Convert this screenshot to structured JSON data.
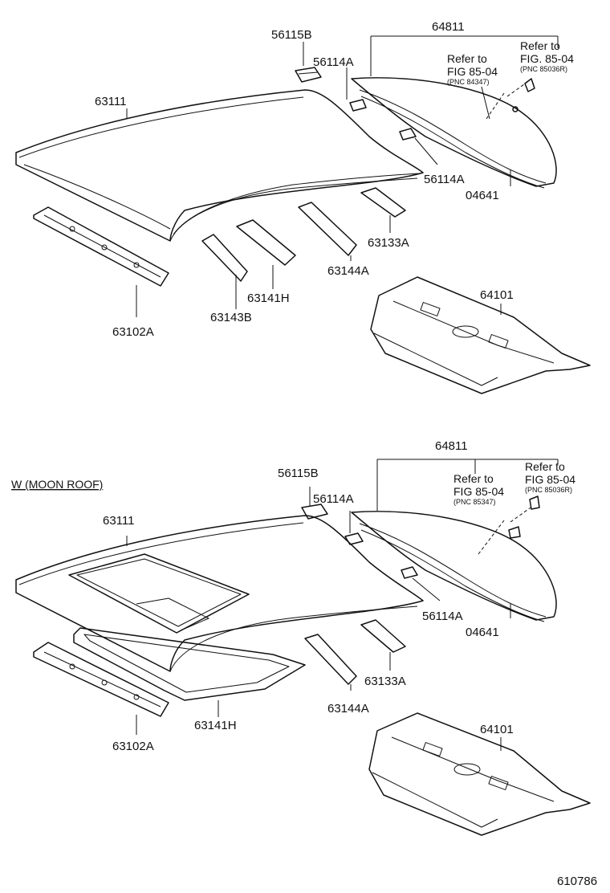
{
  "variant_label": "W (MOON ROOF)",
  "drawing_number": "610786",
  "top": {
    "roof_panel": "63111",
    "bracket": "56115B",
    "clip_upper": "56114A",
    "clip_lower": "56114A",
    "rear_window_assy": "64811",
    "weatherstrip": "04641",
    "ref1_line1": "Refer to",
    "ref1_line2": "FIG 85-04",
    "ref1_pnc": "(PNC 84347)",
    "ref2_line1": "Refer to",
    "ref2_line2": "FIG. 85-04",
    "ref2_pnc": "(PNC 85036R)",
    "reinf_front": "63102A",
    "bow_1": "63143B",
    "bow_2": "63141H",
    "bow_3": "63144A",
    "bow_4": "63133A",
    "package_tray": "64101"
  },
  "bottom": {
    "roof_panel": "63111",
    "bracket": "56115B",
    "clip_upper": "56114A",
    "clip_lower": "56114A",
    "rear_window_assy": "64811",
    "weatherstrip": "04641",
    "ref1_line1": "Refer to",
    "ref1_line2": "FIG 85-04",
    "ref1_pnc": "(PNC 85347)",
    "ref2_line1": "Refer to",
    "ref2_line2": "FIG 85-04",
    "ref2_pnc": "(PNC 85036R)",
    "reinf_front": "63102A",
    "sunroof_frame": "63141H",
    "bow_3": "63144A",
    "bow_4": "63133A",
    "package_tray": "64101"
  }
}
